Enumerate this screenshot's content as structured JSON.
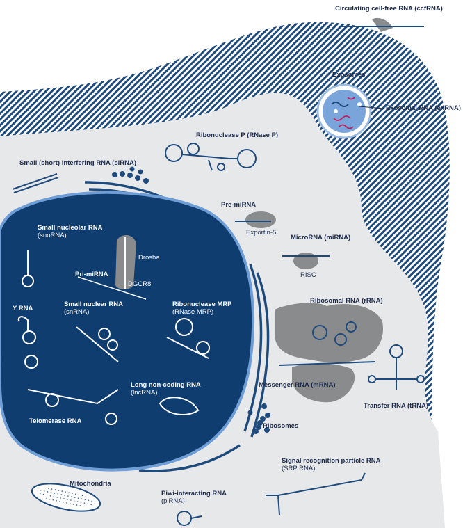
{
  "colors": {
    "nucleus": "#0f3d70",
    "membrane_stripe": "#1f4a7c",
    "cytoplasm": "#e7e8ea",
    "accent": "#6f9ed6",
    "protein_gray": "#8a8b8d",
    "ink": "#1b2a4a"
  },
  "labels": {
    "ccfrna": "Circulating cell-free RNA (ccfRNA)",
    "exosomes": "Exosomes",
    "exrna": "Exosomal RNA (exRNA)",
    "rnasep": "Ribonuclease P (RNase P)",
    "sirna": "Small (short) interfering RNA (siRNA)",
    "premirna": "Pre-miRNA",
    "exportin": "Exportin-5",
    "snorna_title": "Small nucleolar RNA",
    "snorna_abbr": "(snoRNA)",
    "drosha": "Drosha",
    "primirna": "Pri-miRNA",
    "dgcr8": "DGCR8",
    "mirna": "MicroRNA (miRNA)",
    "risc": "RISC",
    "yrna": "Y RNA",
    "snrna_title": "Small nuclear RNA",
    "snrna_abbr": "(snRNA)",
    "mrp_title": "Ribonuclease MRP",
    "mrp_abbr": "(RNase MRP)",
    "rrna": "Ribosomal RNA (rRNA)",
    "mrna": "Messenger RNA (mRNA)",
    "lncrna_title": "Long non-coding RNA",
    "lncrna_abbr": "(lncRNA)",
    "telomerase": "Telomerase RNA",
    "trna": "Transfer RNA (tRNA)",
    "ribosomes": "Ribosomes",
    "srp_title": "Signal recognition particle RNA",
    "srp_abbr": "(SRP RNA)",
    "mitochondria": "Mitochondria",
    "pirna_title": "Piwi-interacting RNA",
    "pirna_abbr": "(piRNA)"
  }
}
